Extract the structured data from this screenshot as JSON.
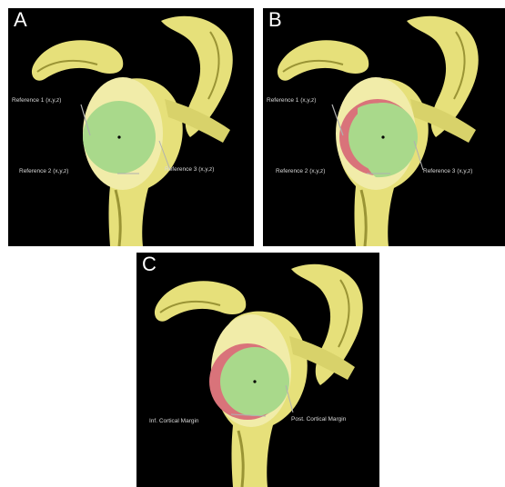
{
  "colors": {
    "background": "#000000",
    "bone": "#e6e07a",
    "bone_shadow": "#9a9435",
    "glenoid_face": "#f1eca9",
    "circle_fill": "#a9d98b",
    "defect_fill": "#d9737a",
    "label_text": "#d9d9d9"
  },
  "panels": [
    {
      "letter": "A",
      "labels": {
        "ref1": "Reference 1 (x,y,z)",
        "ref2": "Reference 2 (x,y,z)",
        "ref3": "Reference 3 (x,y,z)"
      }
    },
    {
      "letter": "B",
      "labels": {
        "ref1": "Reference 1 (x,y,z)",
        "ref2": "Reference 2 (x,y,z)",
        "ref3": "Reference 3 (x,y,z)"
      }
    },
    {
      "letter": "C",
      "labels": {
        "inf": "Inf. Cortical Margin",
        "post": "Post. Cortical Margin"
      }
    }
  ]
}
